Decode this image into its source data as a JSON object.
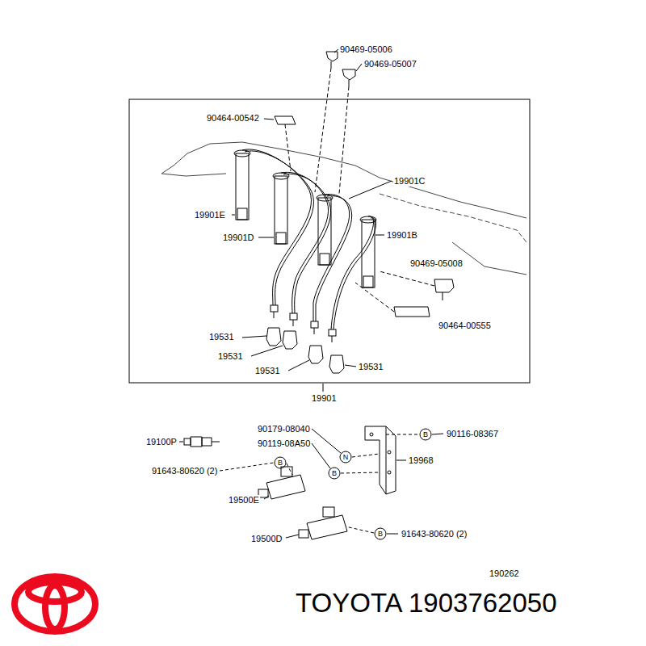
{
  "diagram": {
    "caption": "TOYOTA 1903762050",
    "labels": [
      "90469-05006",
      "90469-05007",
      "90464-00542",
      "19901C",
      "19901E",
      "19901D",
      "19901B",
      "90469-05008",
      "90464-00555",
      "19531",
      "19531",
      "19531",
      "19531",
      "19901",
      "19100P",
      "90179-08040",
      "B",
      "90116-08367",
      "90119-08A50",
      "N",
      "B",
      "19968",
      "B",
      "91643-80620 (2)",
      "19500E",
      "B",
      "91643-80620 (2)",
      "19500D",
      "190262"
    ]
  }
}
